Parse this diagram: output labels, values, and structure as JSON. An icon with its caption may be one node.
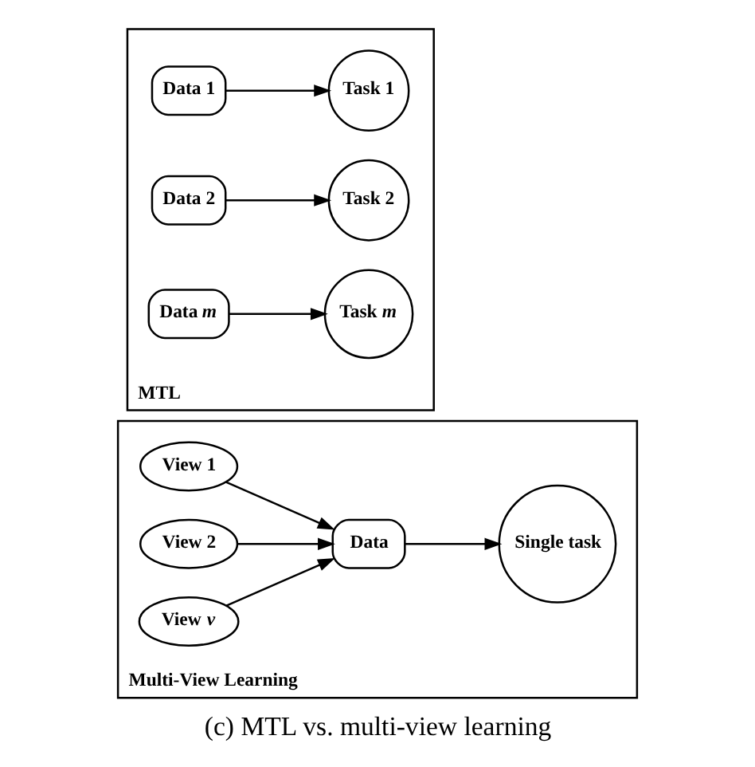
{
  "diagram": {
    "caption": "(c) MTL vs. multi-view learning",
    "nodes": [
      {
        "text": [
          "Multi-View Learning"
        ]
      },
      {
        "text": [
          "View 1"
        ],
        "in": 0
      },
      {
        "text": [
          "View 2"
        ],
        "in": 0
      },
      {
        "text": [
          "View *v*"
        ],
        "in": 0
      },
      {
        "text": [
          "Data"
        ],
        "in": 0
      },
      {
        "text": [
          "Single task"
        ],
        "in": 0
      },
      {
        "text": [
          "MTL"
        ]
      },
      {
        "text": [
          "Data 1"
        ],
        "in": 6
      },
      {
        "text": [
          "Task 1"
        ],
        "in": 6
      },
      {
        "text": [
          "Data 2"
        ],
        "in": 6
      },
      {
        "text": [
          "Task 2"
        ],
        "in": 6
      },
      {
        "text": [
          "Data *m*"
        ],
        "in": 6
      },
      {
        "text": [
          "Task *m*"
        ],
        "in": 6
      }
    ],
    "edges": [
      {
        "from": 1,
        "to": 4,
        "arrow": "to"
      },
      {
        "from": 2,
        "to": 4,
        "arrow": "to"
      },
      {
        "from": 3,
        "to": 4,
        "arrow": "to"
      },
      {
        "from": 4,
        "to": 5,
        "arrow": "to"
      },
      {
        "from": 7,
        "to": 8,
        "arrow": "to"
      },
      {
        "from": 9,
        "to": 10,
        "arrow": "to"
      },
      {
        "from": 11,
        "to": 12,
        "arrow": "to"
      }
    ]
  }
}
